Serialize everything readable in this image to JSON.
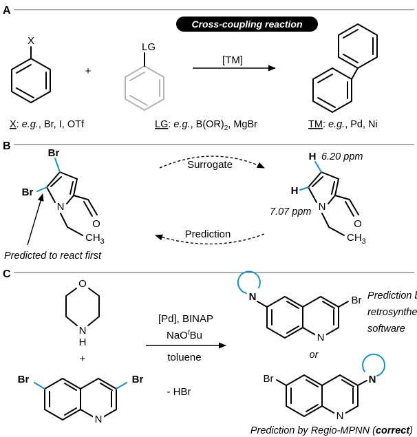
{
  "panel_a": {
    "label": "A",
    "title": "Cross-coupling reaction",
    "sub_x": "X",
    "sub_lg": "LG",
    "plus": "+",
    "catalyst": "[TM]",
    "caption_x_key": "X",
    "caption_x_eg": "e.g.",
    "caption_x_rest": ", Br, I, OTf",
    "caption_lg_key": "LG",
    "caption_lg_eg": "e.g.",
    "caption_lg_rest": ", B(OR)",
    "caption_lg_sub": "2",
    "caption_lg_tail": ", MgBr",
    "caption_tm_key": "TM",
    "caption_tm_eg": "e.g.",
    "caption_tm_rest": ", Pd, Ni"
  },
  "panel_b": {
    "label": "B",
    "br": "Br",
    "n": "N",
    "o": "O",
    "ch3": "CH",
    "ch3_sub": "3",
    "h": "H",
    "surrogate": "Surrogate",
    "prediction": "Prediction",
    "ppm_top": "6.20 ppm",
    "ppm_bottom": "7.07 ppm",
    "predicted_note": "Predicted to react first"
  },
  "panel_c": {
    "label": "C",
    "o": "O",
    "n": "N",
    "h": "H",
    "plus": "+",
    "br": "Br",
    "cond_line1": "[Pd], BINAP",
    "cond_line2a": "NaO",
    "cond_line2_sup": "t",
    "cond_line2b": "Bu",
    "cond_line3": "toluene",
    "byproduct": "- HBr",
    "or": "or",
    "pred_retro_1": "Prediction by",
    "pred_retro_2": "retrosynthesis",
    "pred_retro_3": "software",
    "pred_mpnn_a": "Prediction by Regio-MPNN (",
    "pred_mpnn_b": "correct",
    "pred_mpnn_c": ")"
  },
  "colors": {
    "accent": "#1a8fc4",
    "gray_ring": "#b3b3b3",
    "rule": "#7a7a7a"
  }
}
